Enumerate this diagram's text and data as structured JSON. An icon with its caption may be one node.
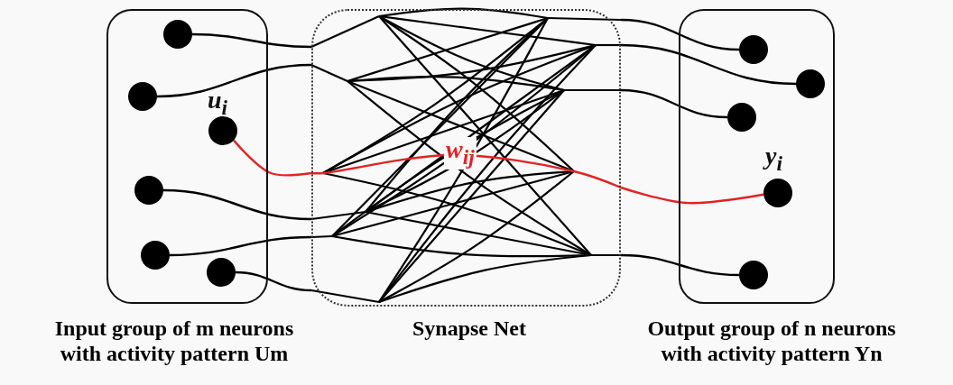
{
  "diagram": {
    "nodes": [
      {
        "text": [
          "Input group of m neurons with activity pattern Um"
        ]
      },
      {
        "text": [],
        "shape": "circle",
        "in": 0
      },
      {
        "text": [],
        "shape": "circle",
        "in": 0
      },
      {
        "text": [],
        "shape": "circle",
        "in": 0,
        "beside": [
          "u$_{i}$"
        ]
      },
      {
        "text": [],
        "shape": "circle",
        "in": 0
      },
      {
        "text": [],
        "shape": "circle",
        "in": 0
      },
      {
        "text": [],
        "shape": "circle",
        "in": 0
      },
      {
        "text": [
          "Synapse Net"
        ]
      },
      {
        "text": [
          "Output group of n neurons with activity pattern Yn"
        ]
      },
      {
        "text": [],
        "shape": "circle",
        "in": 8
      },
      {
        "text": [],
        "shape": "circle",
        "in": 8
      },
      {
        "text": [],
        "shape": "circle",
        "in": 8
      },
      {
        "text": [],
        "shape": "circle",
        "in": 8,
        "beside": [
          "y$_{i}$"
        ]
      },
      {
        "text": [],
        "shape": "circle",
        "in": 8
      }
    ],
    "edges": [
      {
        "from": 1,
        "to": 7,
        "arrow": "none"
      },
      {
        "from": 2,
        "to": 7,
        "arrow": "none"
      },
      {
        "from": 4,
        "to": 7,
        "arrow": "none"
      },
      {
        "from": 5,
        "to": 7,
        "arrow": "none"
      },
      {
        "from": 6,
        "to": 7,
        "arrow": "none"
      },
      {
        "from": 7,
        "to": 9,
        "arrow": "none"
      },
      {
        "from": 7,
        "to": 10,
        "arrow": "none"
      },
      {
        "from": 7,
        "to": 11,
        "arrow": "none"
      },
      {
        "from": 7,
        "to": 13,
        "arrow": "none"
      },
      {
        "from": 3,
        "to": 7,
        "arrow": "none",
        "color": "#e02424"
      },
      {
        "from": 7,
        "to": 12,
        "arrow": "none",
        "color": "#e02424"
      }
    ],
    "labels": [
      "w$_{ij}$"
    ]
  }
}
